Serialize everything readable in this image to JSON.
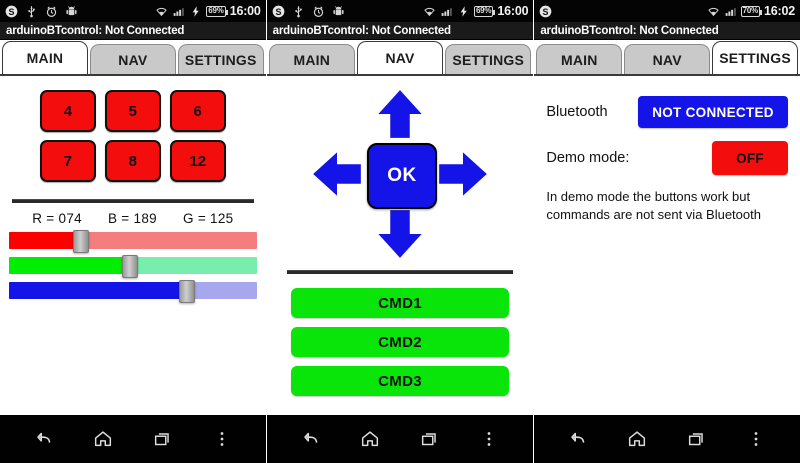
{
  "app": {
    "title": "arduinoBTcontrol: Not Connected"
  },
  "screens": [
    {
      "id": "main",
      "statusbar": {
        "left_icons": [
          "skype-icon",
          "usb-icon",
          "alarm-icon",
          "android-icon"
        ],
        "right_icons": [
          "wifi-icon",
          "signal-icon",
          "charging-icon"
        ],
        "battery": "69%",
        "clock": "16:00"
      },
      "tabs": [
        {
          "label": "MAIN",
          "active": true
        },
        {
          "label": "NAV",
          "active": false
        },
        {
          "label": "SETTINGS",
          "active": false
        }
      ],
      "numpad": {
        "buttons": [
          "4",
          "5",
          "6",
          "7",
          "8",
          "12"
        ],
        "color": "#f40d0d"
      },
      "rgb": {
        "labels": [
          "R = 074",
          "B = 189",
          "G = 125"
        ],
        "sliders": [
          {
            "name": "red",
            "value": 74,
            "percent": 29,
            "fill": "#ff0000",
            "track": "#f47d7d"
          },
          {
            "name": "green",
            "value": 125,
            "percent": 49,
            "fill": "#00ee00",
            "track": "#79eeac"
          },
          {
            "name": "blue",
            "value": 189,
            "percent": 72,
            "fill": "#1414e8",
            "track": "#a7a7ef"
          }
        ]
      }
    },
    {
      "id": "nav",
      "statusbar": {
        "left_icons": [
          "skype-icon",
          "usb-icon",
          "alarm-icon",
          "android-icon"
        ],
        "right_icons": [
          "wifi-icon",
          "signal-icon",
          "charging-icon"
        ],
        "battery": "69%",
        "clock": "16:00"
      },
      "tabs": [
        {
          "label": "MAIN",
          "active": false
        },
        {
          "label": "NAV",
          "active": true
        },
        {
          "label": "SETTINGS",
          "active": false
        }
      ],
      "dpad": {
        "ok_label": "OK",
        "arrows": [
          "up",
          "left",
          "right",
          "down"
        ],
        "color": "#1414e8"
      },
      "commands": {
        "buttons": [
          "CMD1",
          "CMD2",
          "CMD3"
        ],
        "color": "#09e509"
      }
    },
    {
      "id": "settings",
      "statusbar": {
        "left_icons": [
          "skype-icon"
        ],
        "right_icons": [
          "wifi-icon",
          "signal-icon"
        ],
        "battery": "70%",
        "clock": "16:02"
      },
      "tabs": [
        {
          "label": "MAIN",
          "active": false
        },
        {
          "label": "NAV",
          "active": false
        },
        {
          "label": "SETTINGS",
          "active": true
        }
      ],
      "settings": {
        "bluetooth_label": "Bluetooth",
        "bluetooth_status": "NOT CONNECTED",
        "demo_label": "Demo mode:",
        "demo_status": "OFF",
        "note": "In demo mode the buttons work but commands are not sent via Bluetooth"
      }
    }
  ],
  "navbar": {
    "buttons": [
      "back-icon",
      "home-icon",
      "recents-icon",
      "menu-icon"
    ]
  }
}
